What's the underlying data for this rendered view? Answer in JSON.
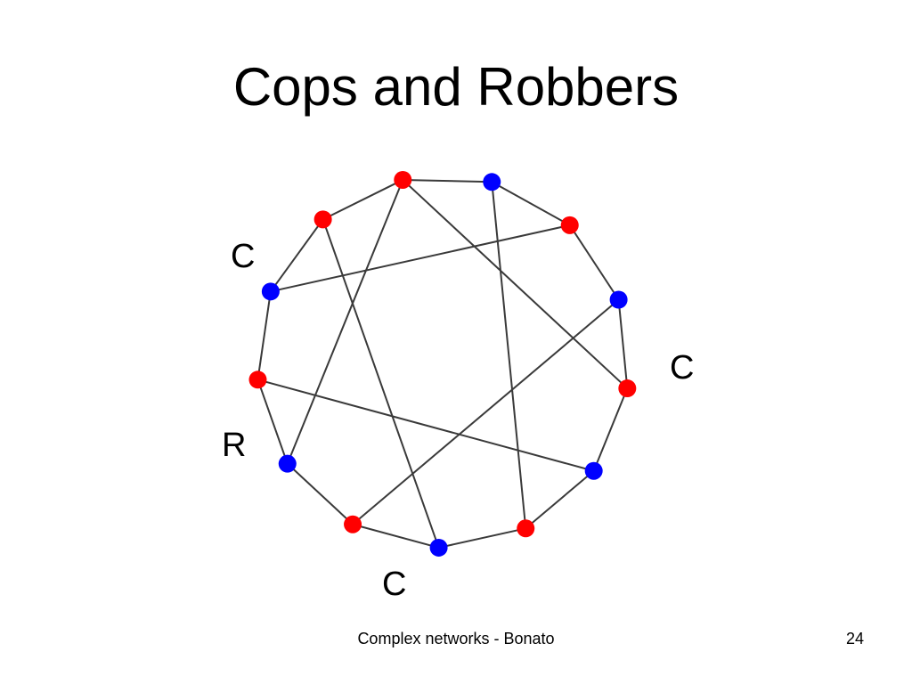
{
  "slide": {
    "title": "Cops and Robbers",
    "footer": "Complex networks - Bonato",
    "page_number": "24"
  },
  "colors": {
    "cop_node": "#ff0000",
    "other_node": "#0000ff",
    "edge": "#3a3a3a"
  },
  "graph": {
    "nodes": [
      {
        "id": 0,
        "color": "red"
      },
      {
        "id": 1,
        "color": "blue"
      },
      {
        "id": 2,
        "color": "red"
      },
      {
        "id": 3,
        "color": "blue"
      },
      {
        "id": 4,
        "color": "red"
      },
      {
        "id": 5,
        "color": "blue"
      },
      {
        "id": 6,
        "color": "red"
      },
      {
        "id": 7,
        "color": "blue"
      },
      {
        "id": 8,
        "color": "red"
      },
      {
        "id": 9,
        "color": "blue"
      },
      {
        "id": 10,
        "color": "red"
      },
      {
        "id": 11,
        "color": "blue"
      },
      {
        "id": 12,
        "color": "red"
      }
    ],
    "edges": [
      [
        0,
        1
      ],
      [
        1,
        2
      ],
      [
        2,
        3
      ],
      [
        3,
        4
      ],
      [
        4,
        5
      ],
      [
        5,
        6
      ],
      [
        6,
        7
      ],
      [
        7,
        8
      ],
      [
        8,
        9
      ],
      [
        9,
        10
      ],
      [
        10,
        11
      ],
      [
        11,
        12
      ],
      [
        12,
        0
      ],
      [
        0,
        9
      ],
      [
        1,
        6
      ],
      [
        2,
        11
      ],
      [
        3,
        8
      ],
      [
        4,
        13
      ],
      [
        5,
        10
      ],
      [
        7,
        12
      ]
    ],
    "labels": {
      "c_left": "C",
      "c_right": "C",
      "r": "R",
      "c_bottom": "C"
    }
  }
}
